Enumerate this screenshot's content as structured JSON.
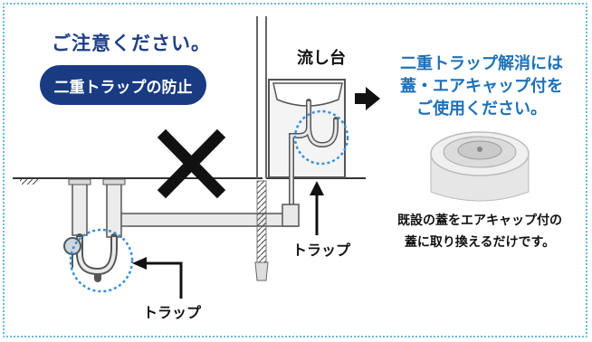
{
  "caution_title": "ご注意ください。",
  "badge_text": "二重トラップの防止",
  "sink_label": "流し台",
  "advice": {
    "line1": "二重トラップ解消には",
    "line2": "蓋・エアキャップ付を",
    "line3": "ご使用ください。"
  },
  "note": {
    "line1": "既設の蓋をエアキャップ付の",
    "line2": "蓋に取り換えるだけです。"
  },
  "trap_label_sink": "トラップ",
  "trap_label_floor": "トラップ",
  "colors": {
    "border": "#6db7dd",
    "badge": "#193b82",
    "title": "#1f3f86",
    "advice": "#1d71b8",
    "trap_circle": "#3a8fd6"
  }
}
